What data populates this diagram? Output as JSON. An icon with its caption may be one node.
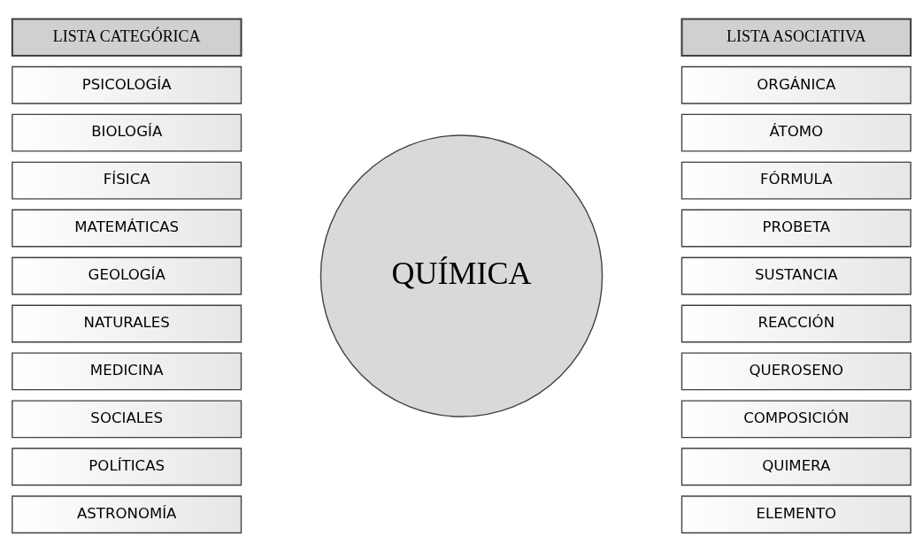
{
  "diagram": {
    "nodes": [
      {
        "text": [
          "LISTA CATEGÓRICA"
        ]
      },
      {
        "text": [
          "PSICOLOGÍA"
        ]
      },
      {
        "text": [
          "BIOLOGÍA"
        ]
      },
      {
        "text": [
          "FÍSICA"
        ]
      },
      {
        "text": [
          "MATEMÁTICAS"
        ]
      },
      {
        "text": [
          "GEOLOGÍA"
        ]
      },
      {
        "text": [
          "NATURALES"
        ]
      },
      {
        "text": [
          "MEDICINA"
        ]
      },
      {
        "text": [
          "SOCIALES"
        ]
      },
      {
        "text": [
          "POLÍTICAS"
        ]
      },
      {
        "text": [
          "ASTRONOMÍA"
        ]
      },
      {
        "text": [
          "QUÍMICA"
        ]
      },
      {
        "text": [
          "LISTA ASOCIATIVA"
        ]
      },
      {
        "text": [
          "ORGÁNICA"
        ]
      },
      {
        "text": [
          "ÁTOMO"
        ]
      },
      {
        "text": [
          "FÓRMULA"
        ]
      },
      {
        "text": [
          "PROBETA"
        ]
      },
      {
        "text": [
          "SUSTANCIA"
        ]
      },
      {
        "text": [
          "REACCIÓN"
        ]
      },
      {
        "text": [
          "QUEROSENO"
        ]
      },
      {
        "text": [
          "COMPOSICIÓN"
        ]
      },
      {
        "text": [
          "QUIMERA"
        ]
      },
      {
        "text": [
          "ELEMENTO"
        ]
      }
    ],
    "edges": []
  }
}
